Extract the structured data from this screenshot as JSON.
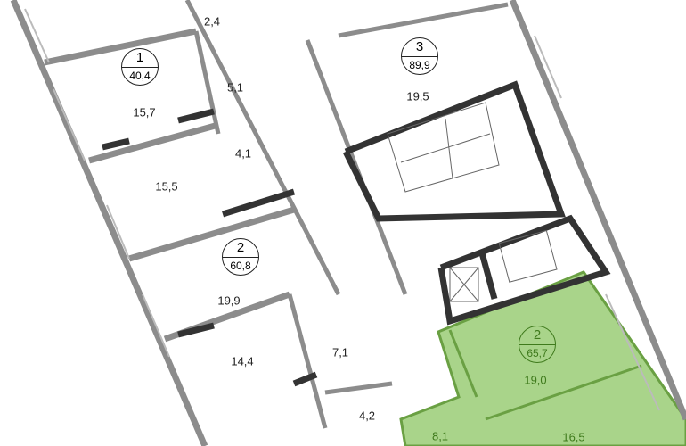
{
  "apartments": [
    {
      "rooms": "1",
      "area": "40,4"
    },
    {
      "rooms": "3",
      "area": "89,9"
    },
    {
      "rooms": "2",
      "area": "60,8"
    },
    {
      "rooms": "2",
      "area": "65,7",
      "highlighted": true
    }
  ],
  "room_areas": [
    "2,4",
    "5,1",
    "15,7",
    "19,5",
    "4,1",
    "15,5",
    "19,9",
    "14,4",
    "7,1",
    "4,2",
    "19,0",
    "16,5",
    "8,1"
  ],
  "colors": {
    "highlight_fill": "#a9d48a",
    "highlight_text": "#3f7a1c",
    "wall": "#8c8c8c",
    "wall_dark": "#333333"
  }
}
